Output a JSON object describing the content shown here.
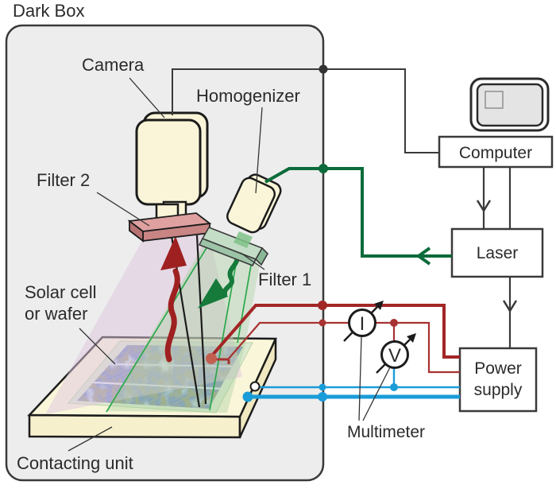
{
  "title": "Dark Box",
  "labels": {
    "camera": "Camera",
    "homogenizer": "Homogenizer",
    "filter2": "Filter 2",
    "filter1": "Filter 1",
    "solar_cell_line1": "Solar cell",
    "solar_cell_line2": "or wafer",
    "contacting_unit": "Contacting unit",
    "multimeter": "Multimeter"
  },
  "devices": {
    "computer": "Computer",
    "laser": "Laser",
    "power_supply_line1": "Power",
    "power_supply_line2": "supply"
  },
  "meters": {
    "current": "I",
    "voltage": "V"
  },
  "colors": {
    "laser_wire": "#0b6b3a",
    "red_wire": "#a83232",
    "red_wire_thick": "#a32626",
    "blue_wire": "#1a9cd8",
    "contact_dot": "#c2604f",
    "dark_box_fill": "#ededed",
    "outline": "#3a3a3a",
    "device_cream": "#faf5d8",
    "filter2_pink": "#dfa0a0",
    "filter1_green": "#c4ddc6",
    "cell_blue": "#7b90c8"
  }
}
